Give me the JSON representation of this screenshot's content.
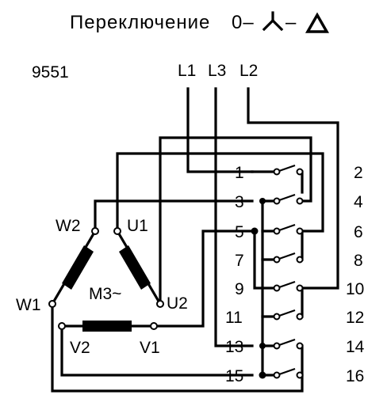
{
  "title": "Переключение",
  "title_sequence": "0–",
  "title_dash": "–",
  "symbols": [
    "star-icon",
    "delta-icon"
  ],
  "model": "9551",
  "lines": [
    "L1",
    "L3",
    "L2"
  ],
  "motor": {
    "name": "M3~",
    "terminals": [
      "W2",
      "U1",
      "W1",
      "U2",
      "V2",
      "V1"
    ]
  },
  "contacts_left": [
    "1",
    "3",
    "5",
    "7",
    "9",
    "11",
    "13",
    "15"
  ],
  "contacts_right": [
    "2",
    "4",
    "6",
    "8",
    "10",
    "12",
    "14",
    "16"
  ]
}
